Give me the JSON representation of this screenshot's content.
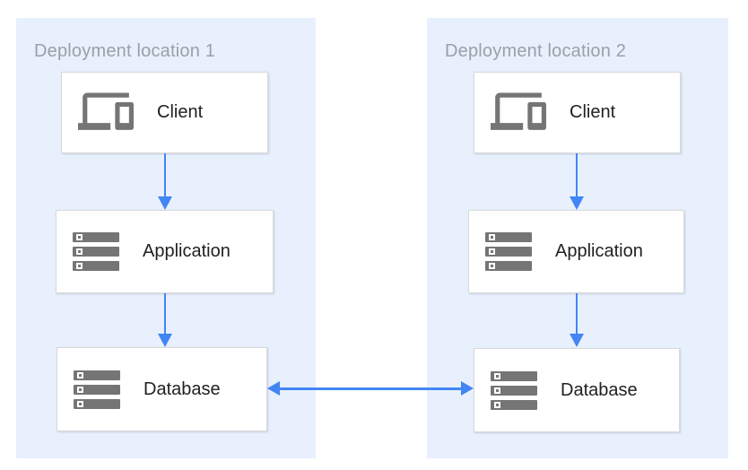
{
  "colors": {
    "page_bg": "#ffffff",
    "panel_bg": "#e8f0fe",
    "arrow": "#4285f4",
    "icon_gray": "#757575",
    "box_border": "#d9d9d9",
    "panel_title": "#9aa0a6",
    "node_label": "#212121"
  },
  "diagram": {
    "locations": [
      {
        "title": "Deployment location 1",
        "nodes": [
          {
            "label": "Client",
            "icon": "devices-icon"
          },
          {
            "label": "Application",
            "icon": "server-stack-icon"
          },
          {
            "label": "Database",
            "icon": "server-stack-icon"
          }
        ]
      },
      {
        "title": "Deployment location 2",
        "nodes": [
          {
            "label": "Client",
            "icon": "devices-icon"
          },
          {
            "label": "Application",
            "icon": "server-stack-icon"
          },
          {
            "label": "Database",
            "icon": "server-stack-icon"
          }
        ]
      }
    ],
    "connections": [
      {
        "from": "Client (location 1)",
        "to": "Application (location 1)",
        "direction": "down"
      },
      {
        "from": "Application (location 1)",
        "to": "Database (location 1)",
        "direction": "down"
      },
      {
        "from": "Client (location 2)",
        "to": "Application (location 2)",
        "direction": "down"
      },
      {
        "from": "Application (location 2)",
        "to": "Database (location 2)",
        "direction": "down"
      },
      {
        "from": "Database (location 1)",
        "to": "Database (location 2)",
        "direction": "bidirectional"
      }
    ]
  }
}
